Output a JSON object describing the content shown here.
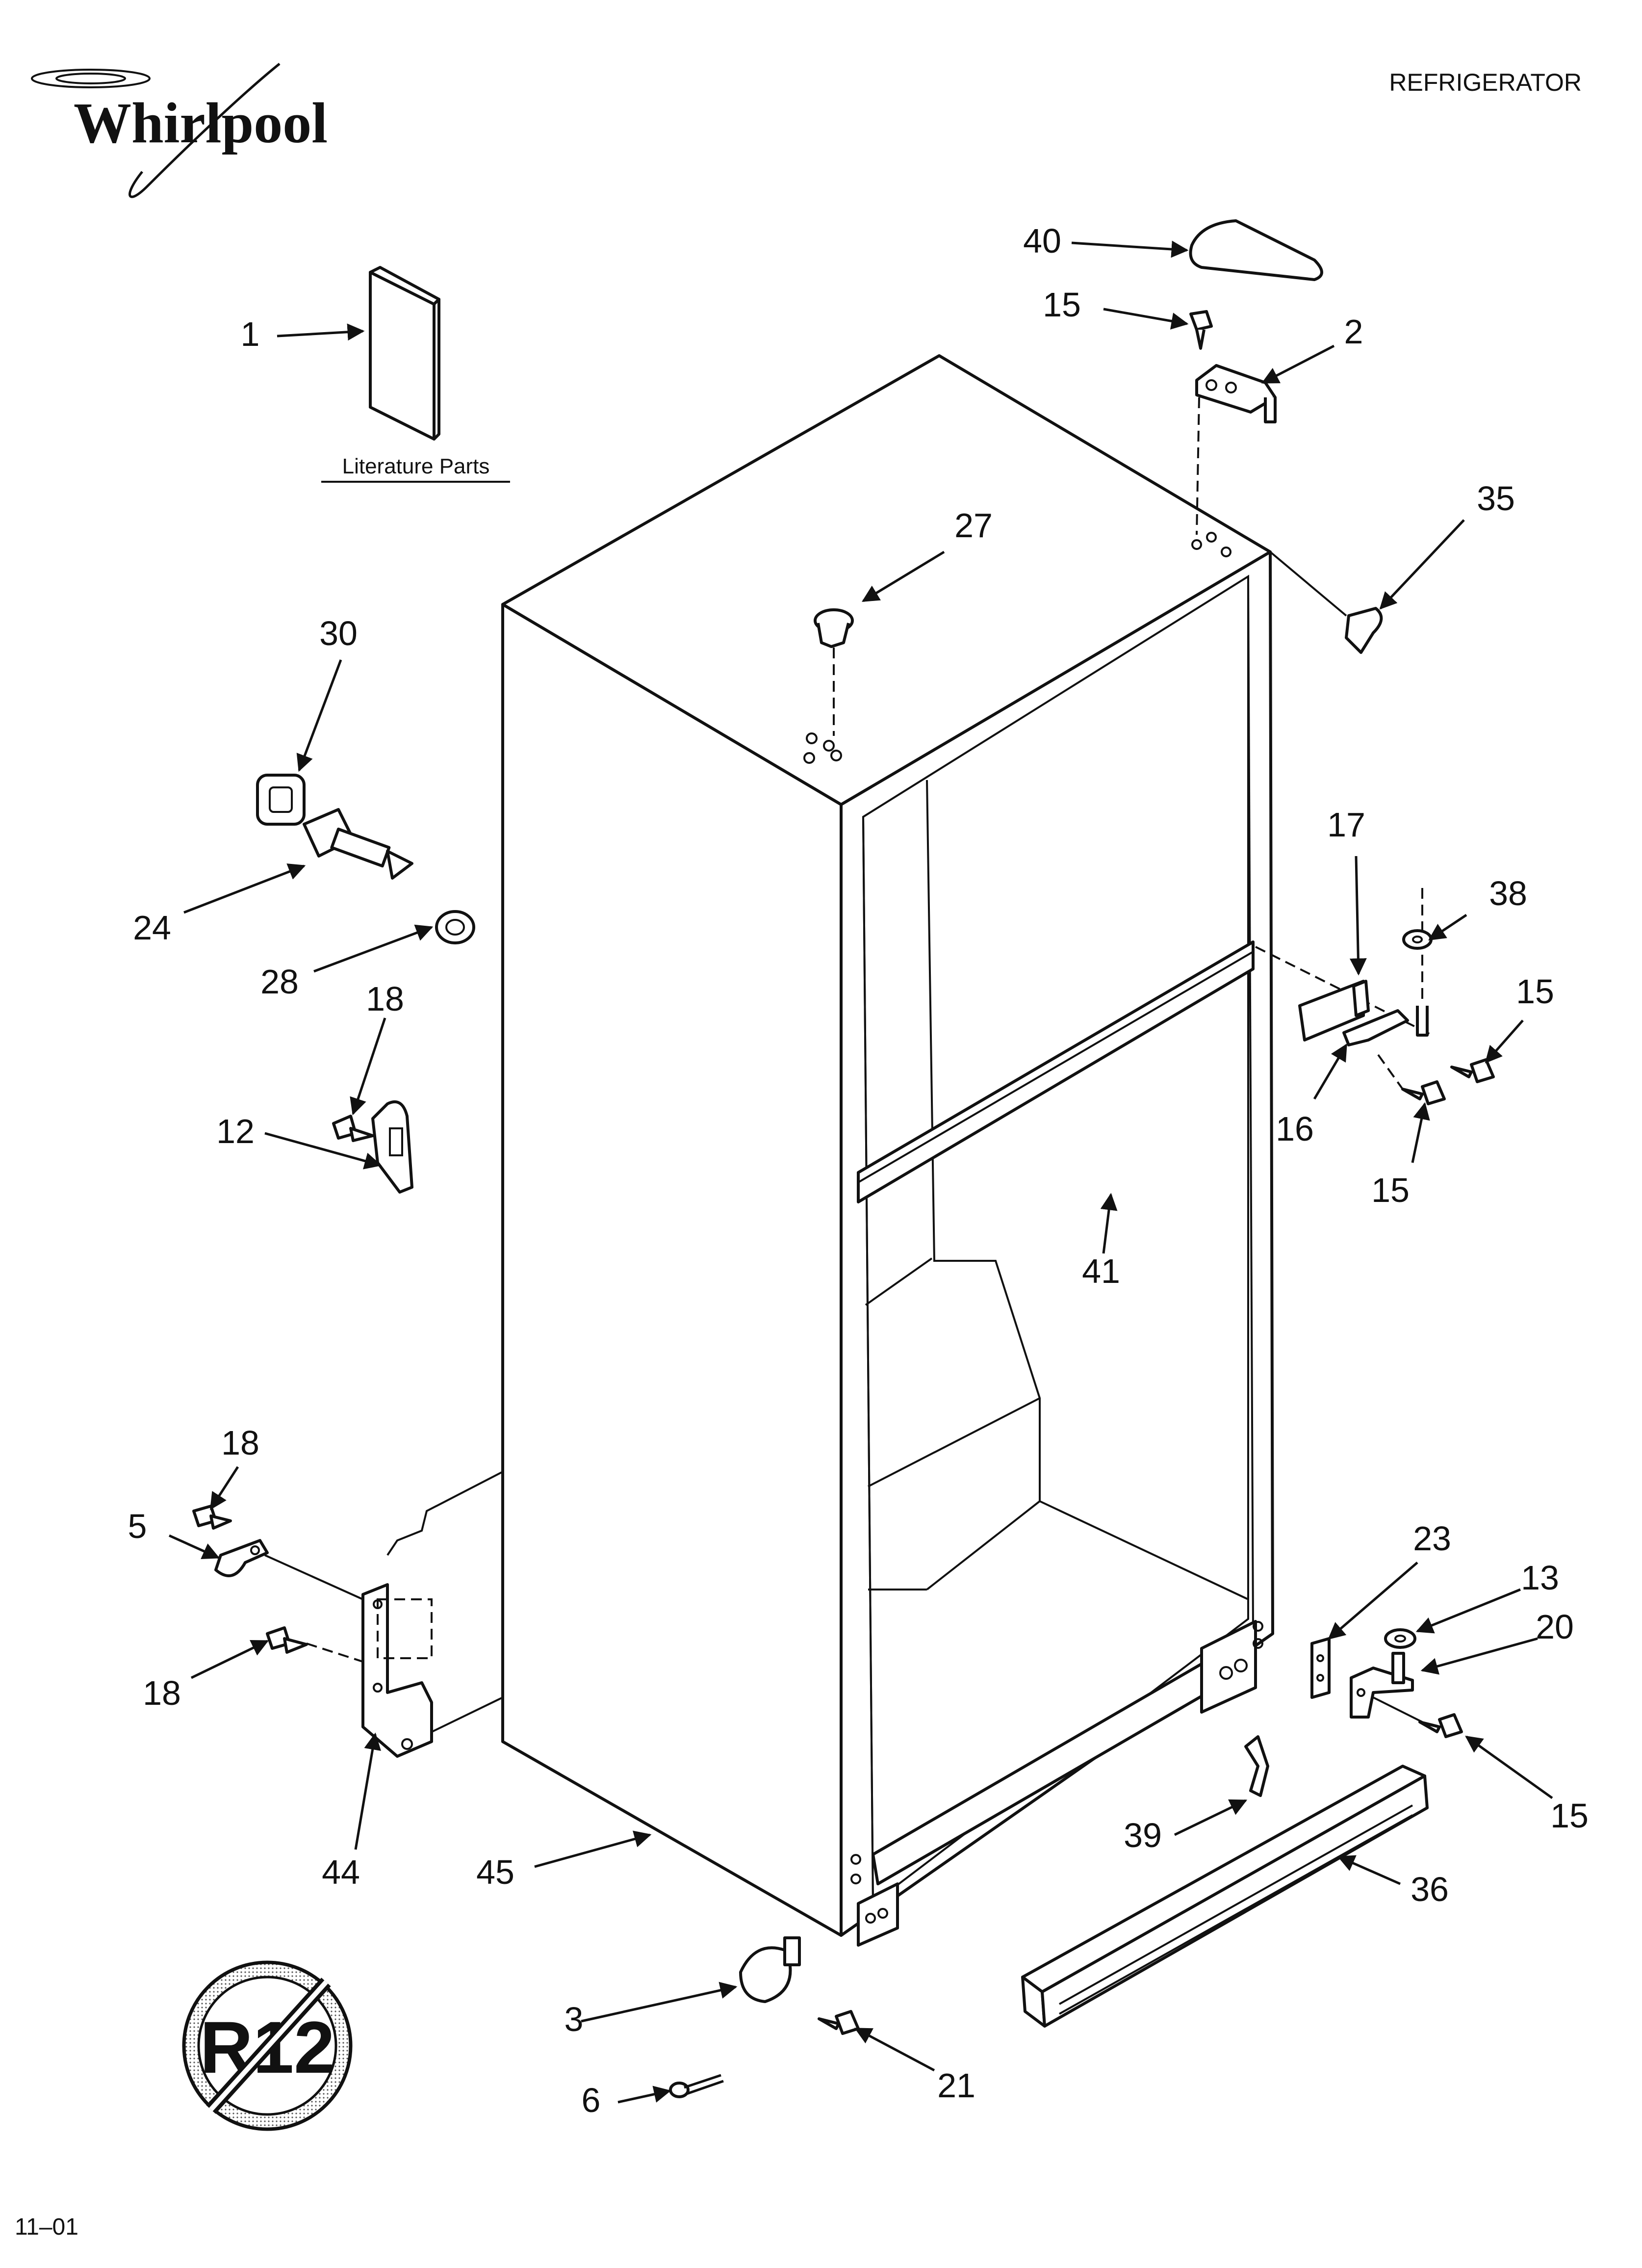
{
  "header": {
    "brand": "Whirlpool",
    "section_title": "REFRIGERATOR"
  },
  "literature_label": "Literature Parts",
  "footer_code": "11–01",
  "no_r12_badge": "R12",
  "callouts": [
    "1",
    "2",
    "3",
    "5",
    "6",
    "12",
    "13",
    "15",
    "15",
    "15",
    "15",
    "16",
    "17",
    "18",
    "18",
    "18",
    "20",
    "21",
    "23",
    "24",
    "27",
    "28",
    "30",
    "35",
    "36",
    "38",
    "39",
    "40",
    "41",
    "44",
    "45"
  ]
}
